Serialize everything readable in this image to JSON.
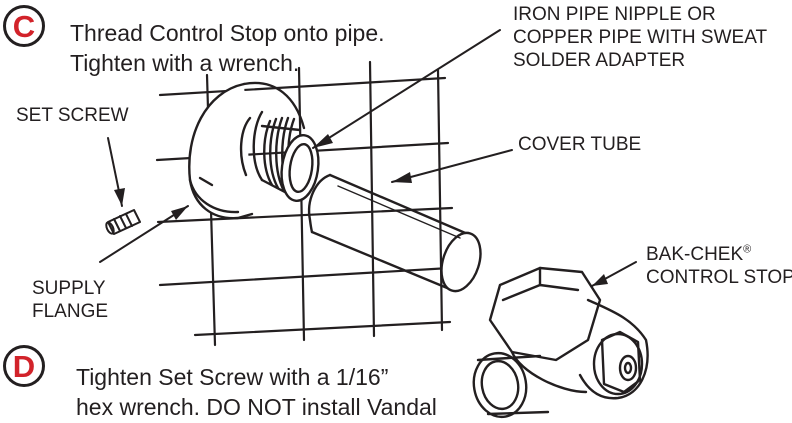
{
  "step_c": {
    "letter": "C",
    "line1": "Thread Control Stop onto pipe.",
    "line2": "Tighten with a wrench."
  },
  "step_d": {
    "letter": "D",
    "line1": "Tighten Set Screw with a 1/16”",
    "line2": "hex wrench. DO NOT install Vandal"
  },
  "labels": {
    "pipe_line1": "IRON PIPE NIPPLE OR",
    "pipe_line2": "COPPER PIPE WITH SWEAT",
    "pipe_line3": "SOLDER ADAPTER",
    "cover_tube": "COVER TUBE",
    "set_screw": "SET SCREW",
    "supply_line1": "SUPPLY",
    "supply_line2": "FLANGE",
    "bak_chek_line1": "BAK-CHEK",
    "bak_chek_reg": "®",
    "bak_chek_line2": "CONTROL STOP"
  },
  "colors": {
    "badge_letter": "#d2232a",
    "ink": "#231f20"
  }
}
